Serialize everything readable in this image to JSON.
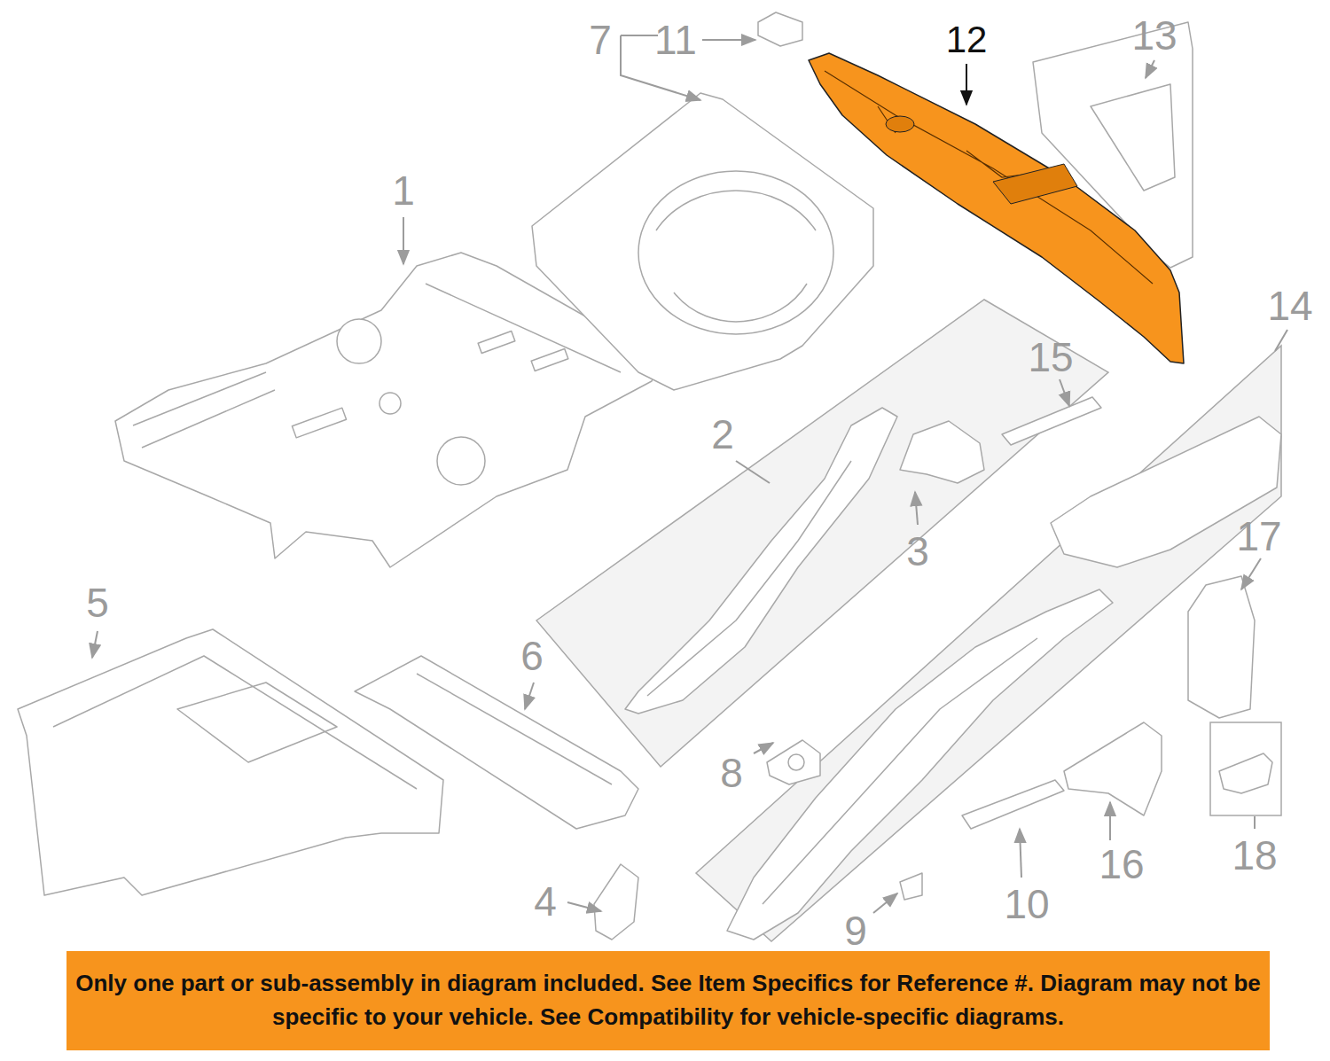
{
  "diagram": {
    "nodes": [
      {
        "text": [
          "Only one part or sub-assembly in diagram included. See Item Specifics for Reference #. Diagram may not be specific to your vehicle. See Compatibility for vehicle-specific diagrams."
        ]
      }
    ],
    "labels": [
      "1",
      "2",
      "3",
      "4",
      "5",
      "6",
      "7",
      "8",
      "9",
      "10",
      "11",
      "12",
      "13",
      "14",
      "15",
      "16",
      "17",
      "18"
    ]
  }
}
